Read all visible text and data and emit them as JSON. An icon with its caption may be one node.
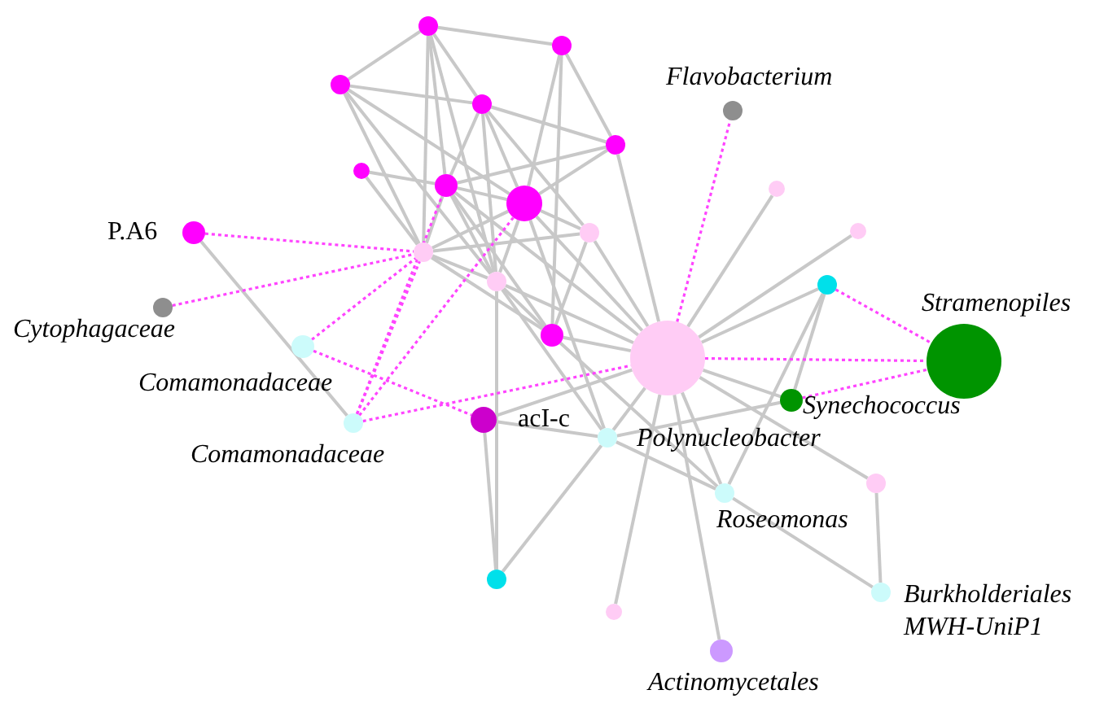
{
  "diagram": {
    "nodes": [
      {
        "text": [],
        "shape": "circle"
      },
      {
        "text": [],
        "shape": "circle"
      },
      {
        "text": [],
        "shape": "circle"
      },
      {
        "text": [],
        "shape": "circle"
      },
      {
        "text": [],
        "shape": "circle"
      },
      {
        "text": [],
        "shape": "circle"
      },
      {
        "text": [],
        "shape": "circle"
      },
      {
        "text": [],
        "shape": "circle"
      },
      {
        "text": [],
        "shape": "circle"
      },
      {
        "text": [],
        "shape": "circle"
      },
      {
        "text": [],
        "shape": "circle"
      },
      {
        "text": [],
        "shape": "circle"
      },
      {
        "text": [],
        "shape": "circle"
      },
      {
        "text": [],
        "shape": "circle",
        "beside": [
          "P.A6"
        ]
      },
      {
        "text": [],
        "shape": "circle",
        "beside": [
          "Cytophagaceae"
        ]
      },
      {
        "text": [],
        "shape": "circle",
        "beside": [
          "Comamonadaceae"
        ]
      },
      {
        "text": [],
        "shape": "circle",
        "beside": [
          "Comamonadaceae"
        ]
      },
      {
        "text": [],
        "shape": "circle",
        "beside": [
          "acI-c"
        ]
      },
      {
        "text": [],
        "shape": "circle",
        "beside": [
          "Polynucleobacter"
        ]
      },
      {
        "text": [],
        "shape": "circle",
        "beside": [
          "Flavobacterium"
        ]
      },
      {
        "text": [],
        "shape": "circle"
      },
      {
        "text": [],
        "shape": "circle"
      },
      {
        "text": [],
        "shape": "circle"
      },
      {
        "text": [],
        "shape": "circle",
        "beside": [
          "Stramenopiles"
        ]
      },
      {
        "text": [],
        "shape": "circle",
        "beside": [
          "Synechococcus"
        ]
      },
      {
        "text": [],
        "shape": "circle",
        "beside": [
          "Roseomonas"
        ]
      },
      {
        "text": [],
        "shape": "circle"
      },
      {
        "text": [],
        "shape": "circle",
        "beside": [
          "Burkholderiales MWH-UniP1"
        ]
      },
      {
        "text": [],
        "shape": "circle"
      },
      {
        "text": [],
        "shape": "circle"
      },
      {
        "text": [],
        "shape": "circle",
        "beside": [
          "Actinomycetales"
        ]
      }
    ],
    "edges": [
      {
        "from": 0,
        "to": 2,
        "arrow": "none"
      },
      {
        "from": 0,
        "to": 1,
        "arrow": "none"
      },
      {
        "from": 0,
        "to": 3,
        "arrow": "none"
      },
      {
        "from": 0,
        "to": 6,
        "arrow": "none"
      },
      {
        "from": 0,
        "to": 8,
        "arrow": "none"
      },
      {
        "from": 0,
        "to": 10,
        "arrow": "none"
      },
      {
        "from": 1,
        "to": 4,
        "arrow": "none"
      },
      {
        "from": 1,
        "to": 7,
        "arrow": "none"
      },
      {
        "from": 1,
        "to": 11,
        "arrow": "none"
      },
      {
        "from": 2,
        "to": 3,
        "arrow": "none"
      },
      {
        "from": 2,
        "to": 8,
        "arrow": "none"
      },
      {
        "from": 2,
        "to": 7,
        "arrow": "none"
      },
      {
        "from": 2,
        "to": 10,
        "arrow": "none"
      },
      {
        "from": 3,
        "to": 4,
        "arrow": "none"
      },
      {
        "from": 3,
        "to": 6,
        "arrow": "none"
      },
      {
        "from": 3,
        "to": 7,
        "arrow": "none"
      },
      {
        "from": 3,
        "to": 9,
        "arrow": "none"
      },
      {
        "from": 3,
        "to": 10,
        "arrow": "none"
      },
      {
        "from": 4,
        "to": 6,
        "arrow": "none"
      },
      {
        "from": 4,
        "to": 7,
        "arrow": "none"
      },
      {
        "from": 4,
        "to": 12,
        "arrow": "none"
      },
      {
        "from": 5,
        "to": 6,
        "arrow": "none"
      },
      {
        "from": 5,
        "to": 8,
        "arrow": "none"
      },
      {
        "from": 6,
        "to": 7,
        "arrow": "none"
      },
      {
        "from": 6,
        "to": 8,
        "arrow": "none"
      },
      {
        "from": 6,
        "to": 10,
        "arrow": "none"
      },
      {
        "from": 6,
        "to": 11,
        "arrow": "none"
      },
      {
        "from": 6,
        "to": 12,
        "arrow": "none"
      },
      {
        "from": 7,
        "to": 8,
        "arrow": "none"
      },
      {
        "from": 7,
        "to": 9,
        "arrow": "none"
      },
      {
        "from": 7,
        "to": 10,
        "arrow": "none"
      },
      {
        "from": 7,
        "to": 12,
        "arrow": "none"
      },
      {
        "from": 7,
        "to": 18,
        "arrow": "none"
      },
      {
        "from": 8,
        "to": 9,
        "arrow": "none"
      },
      {
        "from": 8,
        "to": 10,
        "arrow": "none"
      },
      {
        "from": 10,
        "to": 11,
        "arrow": "none"
      },
      {
        "from": 8,
        "to": 11,
        "arrow": "none"
      },
      {
        "from": 9,
        "to": 11,
        "arrow": "none"
      },
      {
        "from": 9,
        "to": 12,
        "arrow": "none"
      },
      {
        "from": 10,
        "to": 12,
        "arrow": "none"
      },
      {
        "from": 10,
        "to": 28,
        "arrow": "none"
      },
      {
        "from": 10,
        "to": 18,
        "arrow": "none"
      },
      {
        "from": 11,
        "to": 12,
        "arrow": "none"
      },
      {
        "from": 11,
        "to": 25,
        "arrow": "none"
      },
      {
        "from": 13,
        "to": 16,
        "arrow": "none"
      },
      {
        "from": 17,
        "to": 18,
        "arrow": "none"
      },
      {
        "from": 17,
        "to": 28,
        "arrow": "none"
      },
      {
        "from": 17,
        "to": 12,
        "arrow": "none"
      },
      {
        "from": 18,
        "to": 28,
        "arrow": "none"
      },
      {
        "from": 18,
        "to": 12,
        "arrow": "none"
      },
      {
        "from": 18,
        "to": 24,
        "arrow": "none"
      },
      {
        "from": 18,
        "to": 25,
        "arrow": "none"
      },
      {
        "from": 12,
        "to": 20,
        "arrow": "none"
      },
      {
        "from": 12,
        "to": 21,
        "arrow": "none"
      },
      {
        "from": 12,
        "to": 22,
        "arrow": "none"
      },
      {
        "from": 12,
        "to": 24,
        "arrow": "none"
      },
      {
        "from": 12,
        "to": 25,
        "arrow": "none"
      },
      {
        "from": 12,
        "to": 26,
        "arrow": "none"
      },
      {
        "from": 12,
        "to": 29,
        "arrow": "none"
      },
      {
        "from": 12,
        "to": 30,
        "arrow": "none"
      },
      {
        "from": 22,
        "to": 24,
        "arrow": "none"
      },
      {
        "from": 25,
        "to": 22,
        "arrow": "none"
      },
      {
        "from": 25,
        "to": 27,
        "arrow": "none"
      },
      {
        "from": 26,
        "to": 27,
        "arrow": "none"
      },
      {
        "from": 13,
        "to": 8,
        "arrow": "none",
        "style": "dashed",
        "color": "#ff44ff"
      },
      {
        "from": 14,
        "to": 8,
        "arrow": "none",
        "style": "dashed",
        "color": "#ff44ff"
      },
      {
        "from": 15,
        "to": 8,
        "arrow": "none",
        "style": "dashed",
        "color": "#ff44ff"
      },
      {
        "from": 15,
        "to": 17,
        "arrow": "none",
        "style": "dashed",
        "color": "#ff44ff"
      },
      {
        "from": 16,
        "to": 8,
        "arrow": "none",
        "style": "dashed",
        "color": "#ff44ff"
      },
      {
        "from": 16,
        "to": 6,
        "arrow": "none",
        "style": "dashed",
        "color": "#ff44ff"
      },
      {
        "from": 16,
        "to": 7,
        "arrow": "none",
        "style": "dashed",
        "color": "#ff44ff"
      },
      {
        "from": 16,
        "to": 12,
        "arrow": "none",
        "style": "dashed",
        "color": "#ff44ff"
      },
      {
        "from": 12,
        "to": 19,
        "arrow": "none",
        "style": "dashed",
        "color": "#ff44ff"
      },
      {
        "from": 12,
        "to": 23,
        "arrow": "none",
        "style": "dashed",
        "color": "#ff44ff"
      },
      {
        "from": 22,
        "to": 23,
        "arrow": "none",
        "style": "dashed",
        "color": "#ff44ff"
      },
      {
        "from": 24,
        "to": 23,
        "arrow": "none",
        "style": "dashed",
        "color": "#ff44ff"
      }
    ]
  }
}
